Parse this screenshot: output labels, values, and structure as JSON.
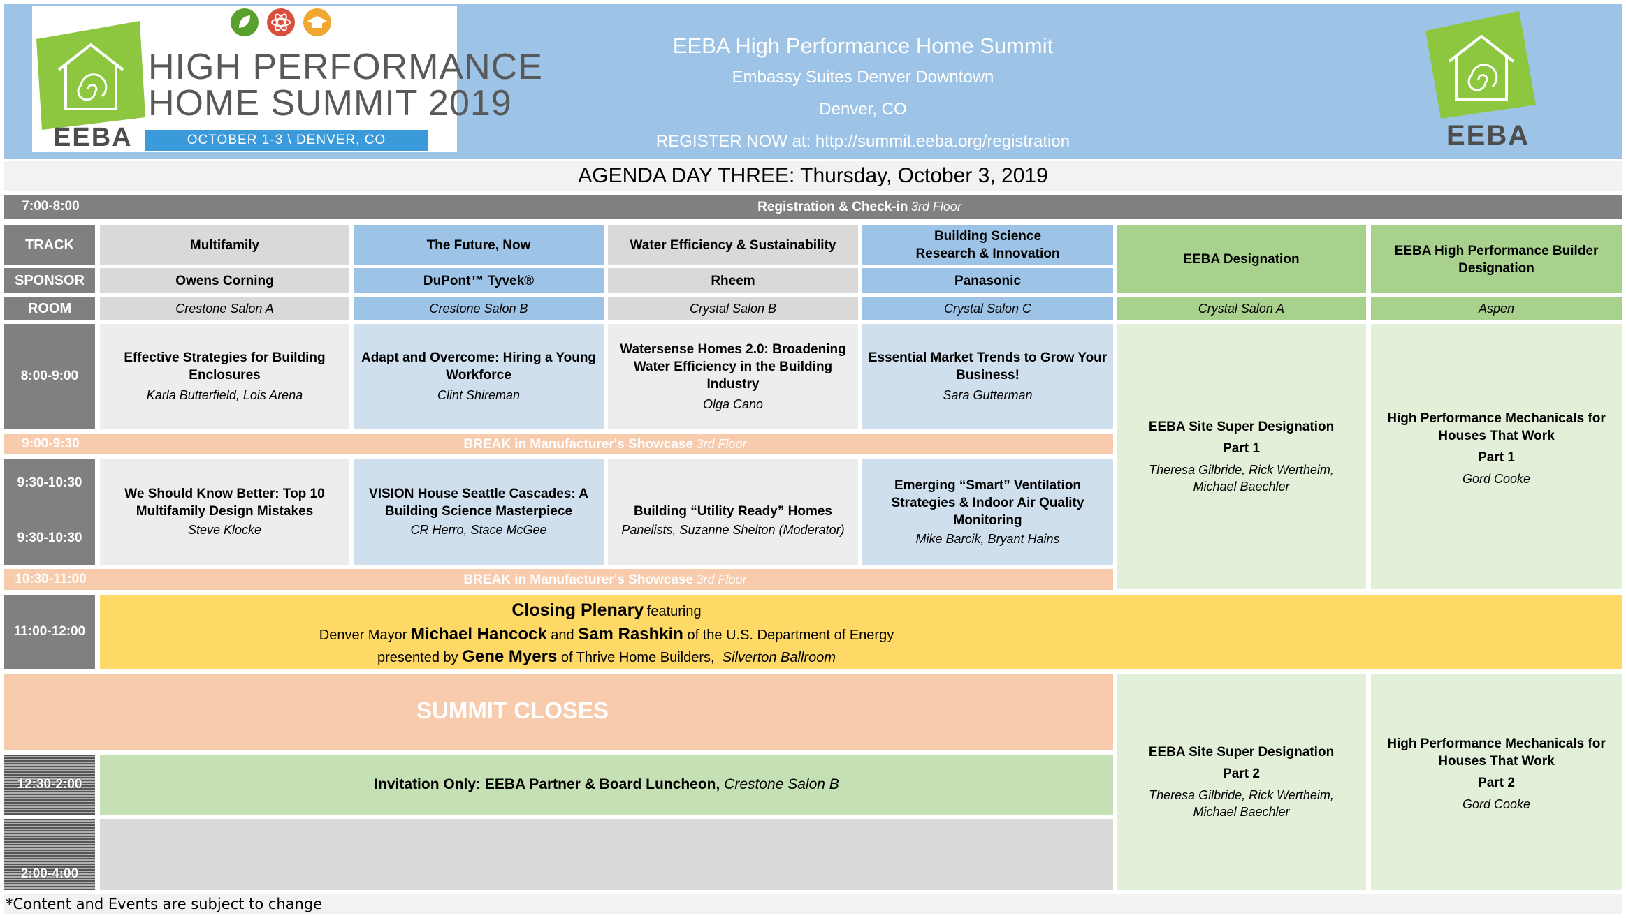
{
  "header": {
    "logo": {
      "line1": "HIGH PERFORMANCE",
      "line2": "HOME SUMMIT 2019",
      "brand": "EEBA",
      "date_bar": "OCTOBER 1-3 \\ DENVER, CO"
    },
    "title": "EEBA High Performance Home Summit",
    "venue": "Embassy Suites Denver Downtown",
    "city": "Denver, CO",
    "register": "REGISTER NOW at: http://summit.eeba.org/registration",
    "right_logo_text": "EEBA",
    "colors": {
      "header_bg": "#9dc3e6",
      "logo_green": "#8dc63f",
      "logo_blue": "#3b9ad9"
    }
  },
  "agenda_title": "AGENDA DAY THREE: Thursday, October 3, 2019",
  "registration": {
    "time": "7:00-8:00",
    "label": "Registration & Check-in",
    "note": "3rd Floor"
  },
  "labels": {
    "track": "TRACK",
    "sponsor": "SPONSOR",
    "room": "ROOM"
  },
  "tracks": [
    {
      "name": "Multifamily",
      "sponsor": "Owens Corning",
      "room": "Crestone Salon A"
    },
    {
      "name": "The Future, Now",
      "sponsor": "DuPont™ Tyvek®",
      "room": "Crestone Salon B"
    },
    {
      "name": "Water Efficiency & Sustainability",
      "sponsor": "Rheem",
      "room": "Crystal Salon B"
    },
    {
      "name": "Building Science Research & Innovation",
      "sponsor": "Panasonic",
      "room": "Crystal Salon C"
    },
    {
      "name": "EEBA Designation",
      "room": "Crystal Salon A"
    },
    {
      "name": "EEBA High Performance Builder Designation",
      "room": "Aspen"
    }
  ],
  "slot1": {
    "time": "8:00-9:00",
    "sessions": [
      {
        "title": "Effective Strategies for Building Enclosures",
        "speakers": "Karla Butterfield, Lois Arena"
      },
      {
        "title": "Adapt and Overcome: Hiring a Young Workforce",
        "speakers": "Clint Shireman"
      },
      {
        "title": "Watersense Homes 2.0: Broadening Water Efficiency in the Building Industry",
        "speakers": "Olga Cano"
      },
      {
        "title": "Essential Market Trends to Grow Your Business!",
        "speakers": "Sara Gutterman"
      }
    ]
  },
  "break1": {
    "time": "9:00-9:30",
    "label": "BREAK in Manufacturer's Showcase",
    "note": "3rd Floor"
  },
  "slot2": {
    "time_a": "9:30-10:30",
    "time_b": "9:30-10:30",
    "sessions": [
      {
        "title": "We Should Know Better: Top 10 Multifamily Design Mistakes",
        "speakers": "Steve Klocke"
      },
      {
        "title": "VISION House Seattle Cascades: A Building Science Masterpiece",
        "speakers": "CR Herro, Stace McGee"
      },
      {
        "title": "Building “Utility Ready” Homes",
        "speakers": "Panelists, Suzanne Shelton (Moderator)"
      },
      {
        "title": "Emerging “Smart” Ventilation Strategies & Indoor Air Quality Monitoring",
        "speakers": "Mike Barcik, Bryant Hains"
      }
    ]
  },
  "break2": {
    "time": "10:30-11:00",
    "label": "BREAK in Manufacturer's Showcase",
    "note": "3rd Floor"
  },
  "designation_am": [
    {
      "title": "EEBA Site Super Designation",
      "part": "Part 1",
      "speakers_1": "Theresa Gilbride, Rick Wertheim,",
      "speakers_2": "Michael Baechler"
    },
    {
      "title": "High Performance Mechanicals for Houses That Work",
      "part": "Part 1",
      "speakers_1": "Gord Cooke",
      "speakers_2": ""
    }
  ],
  "plenary": {
    "time": "11:00-12:00",
    "title": "Closing Plenary",
    "featuring": "featuring",
    "l2_pre": "Denver Mayor",
    "name1": "Michael Hancock",
    "and": "and",
    "name2": "Sam Rashkin",
    "l2_post": "of the U.S. Department of Energy",
    "l3_pre": "presented by",
    "name3": "Gene Myers",
    "l3_post": "of Thrive Home Builders,",
    "location": "Silverton Ballroom"
  },
  "closes": "SUMMIT CLOSES",
  "lunch": {
    "time": "12:30-2:00",
    "label": "Invitation Only:  EEBA Partner & Board Luncheon,",
    "location": "Crestone Salon B"
  },
  "afternoon": {
    "time": "2:00-4:00"
  },
  "designation_pm": [
    {
      "title": "EEBA Site Super Designation",
      "part": "Part 2",
      "speakers_1": "Theresa Gilbride, Rick Wertheim,",
      "speakers_2": "Michael Baechler"
    },
    {
      "title": "High Performance Mechanicals for Houses That Work",
      "part": "Part 2",
      "speakers_1": "Gord Cooke",
      "speakers_2": ""
    }
  ],
  "footer": "*Content and Events are subject to change"
}
